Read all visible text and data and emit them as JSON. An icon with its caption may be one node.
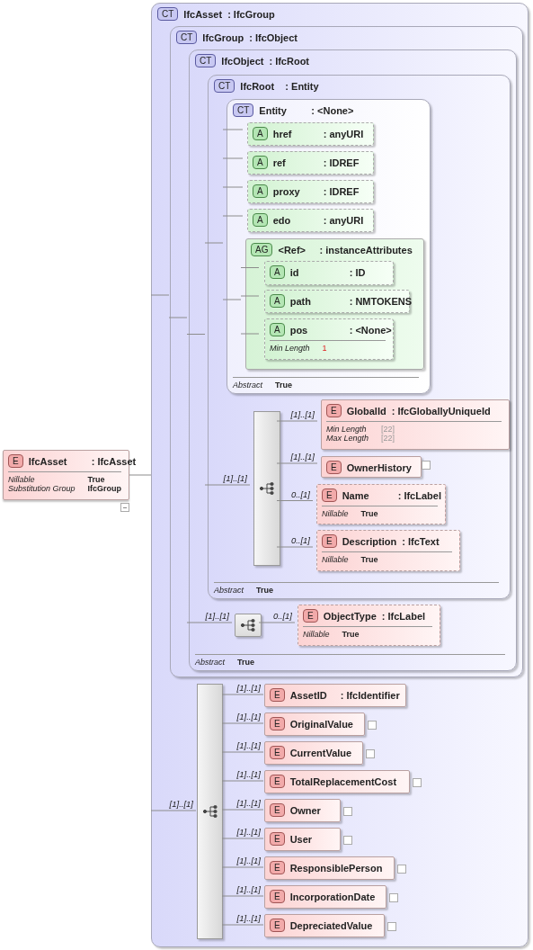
{
  "diagram": {
    "nodes": [
      {
        "text": [
          "E",
          "IfcAsset",
          ": IfcAsset",
          "Nillable",
          "True",
          "Substitution Group",
          "IfcGroup"
        ]
      },
      {
        "text": [
          "CT",
          "IfcAsset",
          ": IfcGroup"
        ]
      },
      {
        "text": [
          "CT",
          "IfcGroup",
          ": IfcObject"
        ],
        "in": 1
      },
      {
        "text": [
          "CT",
          "IfcObject",
          ": IfcRoot",
          "Abstract",
          "True"
        ],
        "in": 2
      },
      {
        "text": [
          "CT",
          "IfcRoot",
          ": Entity",
          "Abstract",
          "True"
        ],
        "in": 3
      },
      {
        "text": [
          "CT",
          "Entity",
          ": <None>",
          "Abstract",
          "True"
        ],
        "in": 4
      },
      {
        "text": [
          "A",
          "href",
          ": anyURI"
        ],
        "in": 5
      },
      {
        "text": [
          "A",
          "ref",
          ": IDREF"
        ],
        "in": 5
      },
      {
        "text": [
          "A",
          "proxy",
          ": IDREF"
        ],
        "in": 5
      },
      {
        "text": [
          "A",
          "edo",
          ": anyURI"
        ],
        "in": 5
      },
      {
        "text": [
          "AG",
          "<Ref>",
          ": instanceAttributes"
        ],
        "in": 5
      },
      {
        "text": [
          "A",
          "id",
          ": ID"
        ],
        "in": 10
      },
      {
        "text": [
          "A",
          "path",
          ": NMTOKENS"
        ],
        "in": 10
      },
      {
        "text": [
          "A",
          "pos",
          ": <None>",
          "Min Length",
          "1"
        ],
        "in": 10
      },
      {
        "text": [],
        "shape": "bar",
        "in": 4
      },
      {
        "text": [
          "E",
          "GlobalId",
          ": IfcGloballyUniqueId",
          "Min Length",
          "[22]",
          "Max Length",
          "[22]"
        ],
        "in": 4
      },
      {
        "text": [
          "E",
          "OwnerHistory"
        ],
        "in": 4
      },
      {
        "text": [
          "E",
          "Name",
          ": IfcLabel",
          "Nillable",
          "True"
        ],
        "in": 4
      },
      {
        "text": [
          "E",
          "Description",
          ": IfcText",
          "Nillable",
          "True"
        ],
        "in": 4
      },
      {
        "text": [],
        "shape": "box",
        "in": 3
      },
      {
        "text": [
          "E",
          "ObjectType",
          ": IfcLabel",
          "Nillable",
          "True"
        ],
        "in": 3
      },
      {
        "text": [],
        "shape": "bar",
        "in": 1
      },
      {
        "text": [
          "E",
          "AssetID",
          ": IfcIdentifier"
        ],
        "in": 1
      },
      {
        "text": [
          "E",
          "OriginalValue"
        ],
        "in": 1
      },
      {
        "text": [
          "E",
          "CurrentValue"
        ],
        "in": 1
      },
      {
        "text": [
          "E",
          "TotalReplacementCost"
        ],
        "in": 1
      },
      {
        "text": [
          "E",
          "Owner"
        ],
        "in": 1
      },
      {
        "text": [
          "E",
          "User"
        ],
        "in": 1
      },
      {
        "text": [
          "E",
          "ResponsiblePerson"
        ],
        "in": 1
      },
      {
        "text": [
          "E",
          "IncorporationDate"
        ],
        "in": 1
      },
      {
        "text": [
          "E",
          "DepreciatedValue"
        ],
        "in": 1
      }
    ],
    "edges": [
      {
        "from": 0,
        "to": 1,
        "arrow": "none"
      },
      {
        "from": 1,
        "to": 2,
        "arrow": "none"
      },
      {
        "from": 1,
        "to": 21,
        "arrow": "none",
        "label": "[1]..[1]"
      },
      {
        "from": 2,
        "to": 3,
        "arrow": "none"
      },
      {
        "from": 3,
        "to": 4,
        "arrow": "none"
      },
      {
        "from": 3,
        "to": 19,
        "arrow": "none",
        "label": "[1]..[1]"
      },
      {
        "from": 4,
        "to": 5,
        "arrow": "none"
      },
      {
        "from": 4,
        "to": 14,
        "arrow": "none",
        "label": "[1]..[1]"
      },
      {
        "from": 5,
        "to": 6,
        "arrow": "none"
      },
      {
        "from": 5,
        "to": 7,
        "arrow": "none"
      },
      {
        "from": 5,
        "to": 8,
        "arrow": "none"
      },
      {
        "from": 5,
        "to": 9,
        "arrow": "none"
      },
      {
        "from": 5,
        "to": 10,
        "arrow": "none"
      },
      {
        "from": 10,
        "to": 11,
        "arrow": "none"
      },
      {
        "from": 10,
        "to": 12,
        "arrow": "none"
      },
      {
        "from": 10,
        "to": 13,
        "arrow": "none"
      },
      {
        "from": 14,
        "to": 15,
        "arrow": "none",
        "label": "[1]..[1]"
      },
      {
        "from": 14,
        "to": 16,
        "arrow": "none",
        "label": "[1]..[1]"
      },
      {
        "from": 14,
        "to": 17,
        "arrow": "none",
        "label": "0..[1]"
      },
      {
        "from": 14,
        "to": 18,
        "arrow": "none",
        "label": "0..[1]"
      },
      {
        "from": 19,
        "to": 20,
        "arrow": "none",
        "label": "0..[1]"
      },
      {
        "from": 21,
        "to": 22,
        "arrow": "none",
        "label": "[1]..[1]"
      },
      {
        "from": 21,
        "to": 23,
        "arrow": "none",
        "label": "[1]..[1]"
      },
      {
        "from": 21,
        "to": 24,
        "arrow": "none",
        "label": "[1]..[1]"
      },
      {
        "from": 21,
        "to": 25,
        "arrow": "none",
        "label": "[1]..[1]"
      },
      {
        "from": 21,
        "to": 26,
        "arrow": "none",
        "label": "[1]..[1]"
      },
      {
        "from": 21,
        "to": 27,
        "arrow": "none",
        "label": "[1]..[1]"
      },
      {
        "from": 21,
        "to": 28,
        "arrow": "none",
        "label": "[1]..[1]"
      },
      {
        "from": 21,
        "to": 29,
        "arrow": "none",
        "label": "[1]..[1]"
      },
      {
        "from": 21,
        "to": 30,
        "arrow": "none",
        "label": "[1]..[1]"
      }
    ]
  }
}
